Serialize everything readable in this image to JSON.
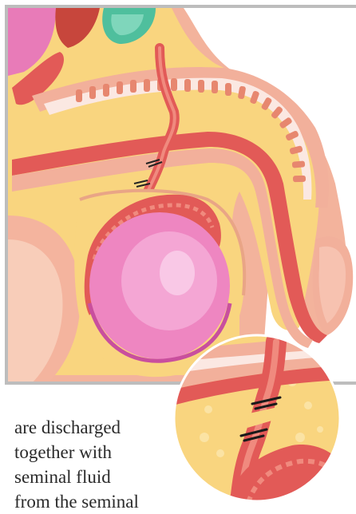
{
  "text": {
    "lines": [
      "are discharged",
      "together with",
      "seminal fluid",
      "from the seminal"
    ]
  },
  "illustration": {
    "subject": "anatomy-cross-section",
    "colors": {
      "fat": "#f9d57f",
      "fat_light": "#fbe3a4",
      "tissue": "#f2b09b",
      "tissue_dark": "#e7876f",
      "vessel": "#e25a57",
      "testis": "#ee86c1",
      "testis_light": "#f7b9de",
      "spongy": "#fbe8e2",
      "teal": "#4fbf9d",
      "border": "#bdbdbd"
    }
  }
}
